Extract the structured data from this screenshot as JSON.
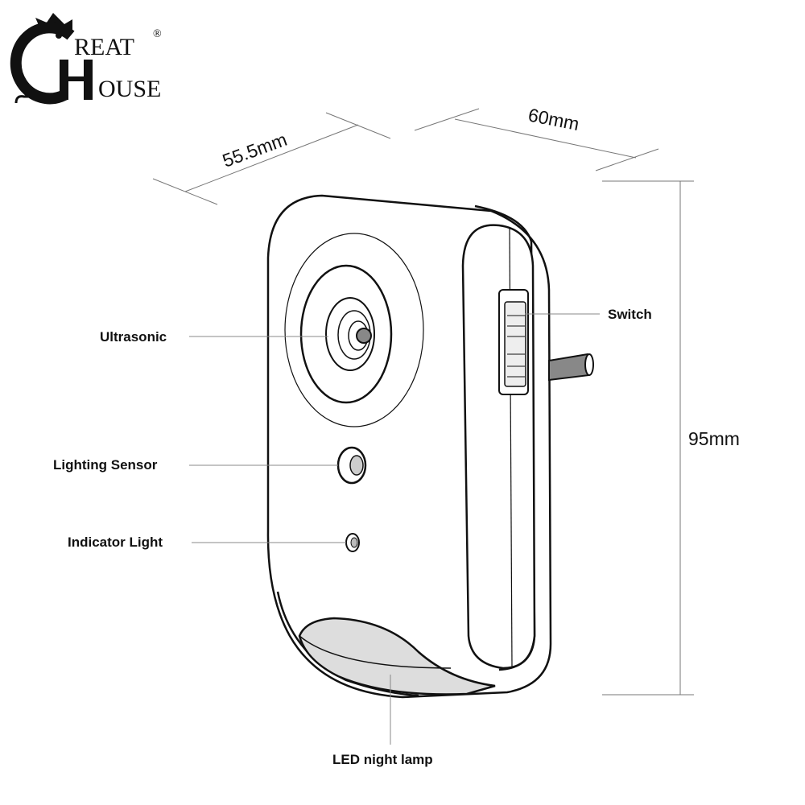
{
  "logo": {
    "brand": "GREAT HOUSE",
    "registered": "®",
    "big1": "G",
    "rest1": "REAT",
    "big2": "H",
    "rest2": "OUSE"
  },
  "dimensions": {
    "depth": "55.5mm",
    "width": "60mm",
    "height": "95mm"
  },
  "labels": {
    "ultrasonic": "Ultrasonic",
    "lighting_sensor": "Lighting Sensor",
    "indicator_light": "Indicator Light",
    "switch": "Switch",
    "led_night_lamp": "LED night lamp"
  }
}
